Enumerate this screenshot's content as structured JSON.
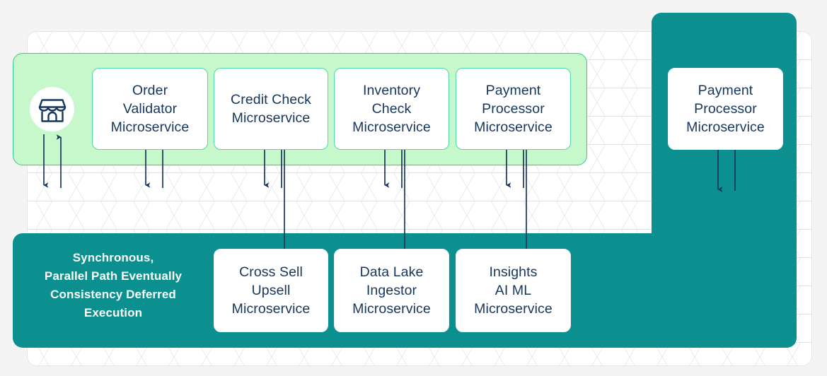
{
  "diagram": {
    "title_text": "Synchronous,\nParallel Path Eventually\nConsistency Deferred\nExecution",
    "colors": {
      "teal": "#0b8f8f",
      "green_band": "#c6f8cb",
      "green_border": "#35c98c",
      "card_text": "#17365c",
      "arrow": "#17365c",
      "page_bg": "#f4f4f4",
      "grid_line": "#dfe4ea"
    },
    "source_icon": {
      "name": "storefront-icon",
      "label": "Storefront"
    },
    "top_row_cards": [
      {
        "label": "Order\nValidator\nMicroservice"
      },
      {
        "label": "Credit Check\nMicroservice"
      },
      {
        "label": "Inventory\nCheck\nMicroservice"
      },
      {
        "label": "Payment\nProcessor\nMicroservice"
      }
    ],
    "right_card": {
      "label": "Payment\nProcessor\nMicroservice"
    },
    "bottom_row_cards": [
      {
        "label": "Cross Sell\nUpsell\nMicroservice"
      },
      {
        "label": "Data Lake\nIngestor\nMicroservice"
      },
      {
        "label": "Insights\nAI ML\nMicroservice"
      }
    ]
  }
}
